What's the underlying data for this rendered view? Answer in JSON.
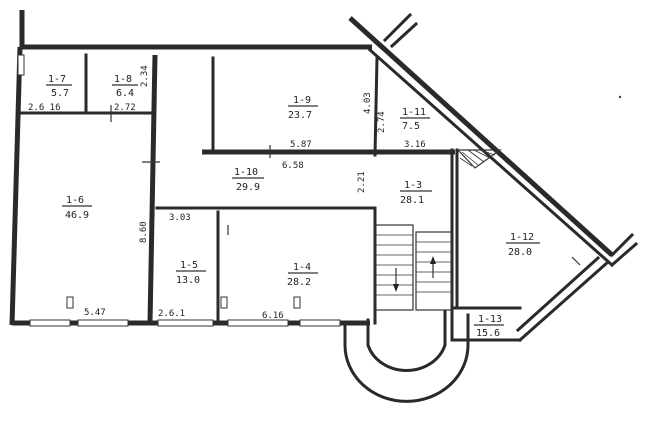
{
  "rooms": [
    {
      "id": "1-7",
      "area": "5.7"
    },
    {
      "id": "1-8",
      "area": "6.4"
    },
    {
      "id": "1-9",
      "area": "23.7"
    },
    {
      "id": "1-11",
      "area": "7.5"
    },
    {
      "id": "1-6",
      "area": "46.9"
    },
    {
      "id": "1-10",
      "area": "29.9"
    },
    {
      "id": "1-3",
      "area": "28.1"
    },
    {
      "id": "1-12",
      "area": "28.0"
    },
    {
      "id": "1-5",
      "area": "13.0"
    },
    {
      "id": "1-4",
      "area": "28.2"
    },
    {
      "id": "1-13",
      "area": "15.6"
    }
  ],
  "dimensions": {
    "d_2_34": "2.34",
    "d_2_616": "2.6 16",
    "d_2_72": "2.72",
    "d_4_03": "4.03",
    "d_5_87": "5.87",
    "d_3_16": "3.16",
    "d_6_58": "6.58",
    "d_2_74": "2.74",
    "d_2_21": "2.21",
    "d_8_60": "8.60",
    "d_3_03": "3.03",
    "d_5_47": "5.47",
    "d_2_61": "2.6.1",
    "d_6_16": "6.16"
  }
}
